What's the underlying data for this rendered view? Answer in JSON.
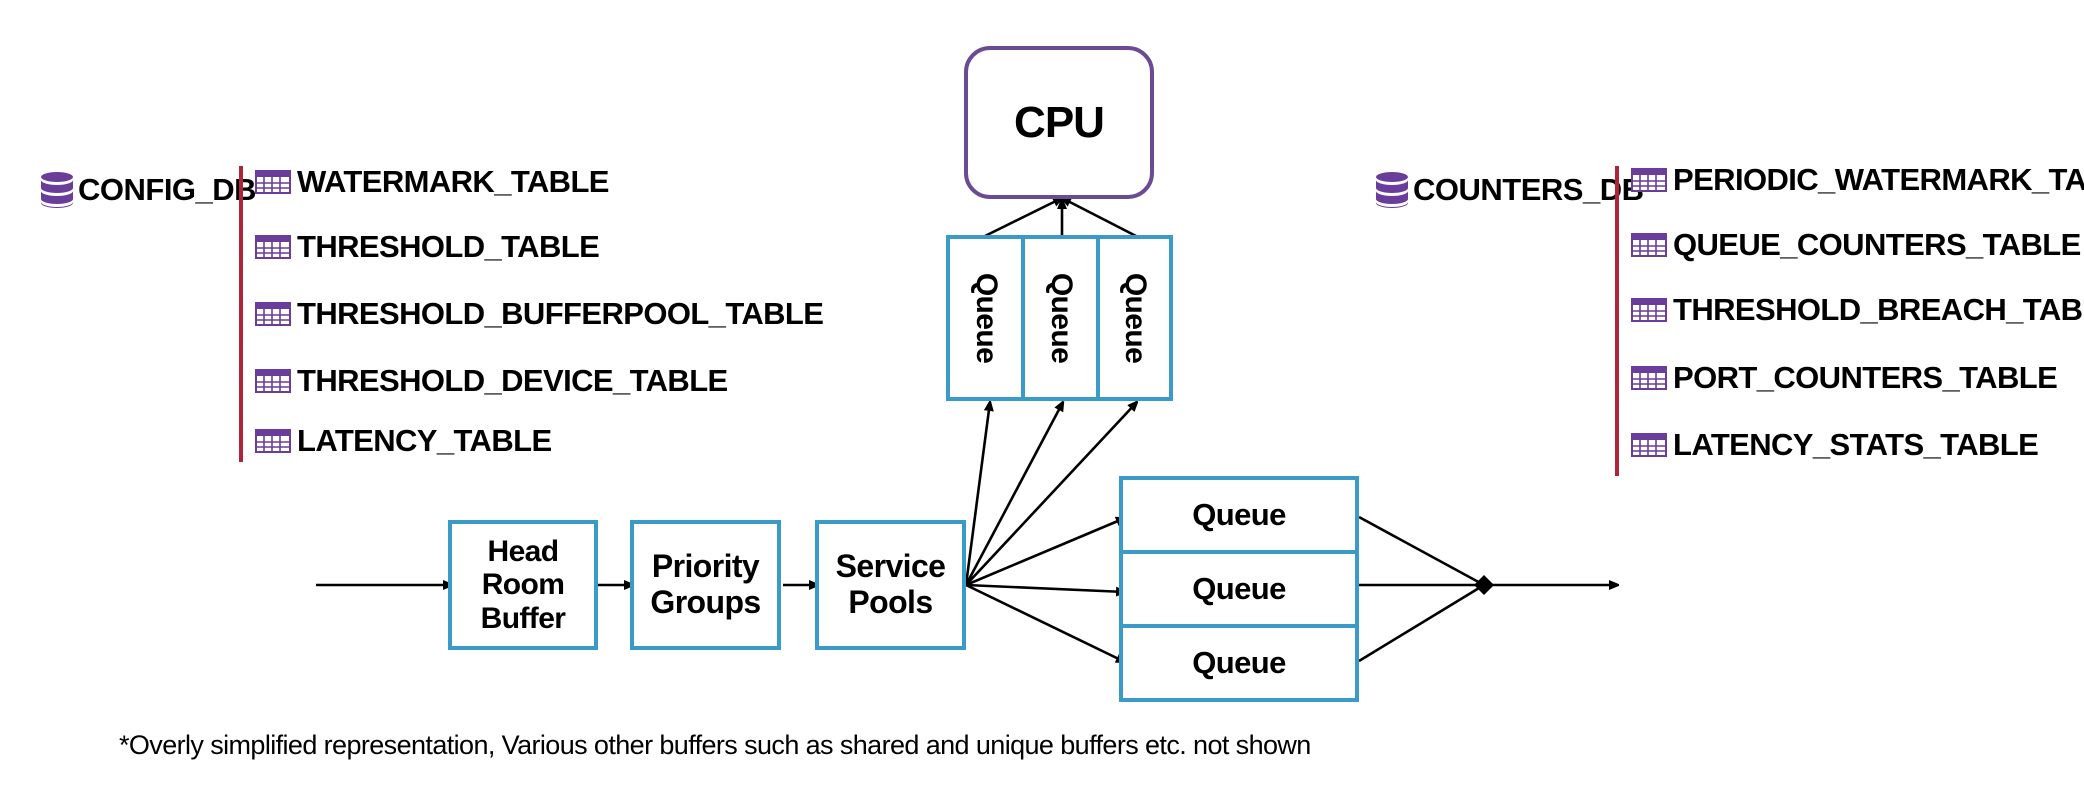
{
  "config_db": {
    "label": "CONFIG_DB",
    "tables": [
      "WATERMARK_TABLE",
      "THRESHOLD_TABLE",
      "THRESHOLD_BUFFERPOOL_TABLE",
      "THRESHOLD_DEVICE_TABLE",
      "LATENCY_TABLE"
    ]
  },
  "counters_db": {
    "label": "COUNTERS_DB",
    "tables": [
      "PERIODIC_WATERMARK_TABLE",
      "QUEUE_COUNTERS_TABLE",
      "THRESHOLD_BREACH_TABLE",
      "PORT_COUNTERS_TABLE",
      "LATENCY_STATS_TABLE"
    ]
  },
  "pipeline": {
    "head_room_buffer": [
      "Head",
      "Room",
      "Buffer"
    ],
    "priority_groups": [
      "Priority",
      "Groups"
    ],
    "service_pools": [
      "Service",
      "Pools"
    ]
  },
  "cpu_label": "CPU",
  "cpu_queues": [
    "Queue",
    "Queue",
    "Queue"
  ],
  "egress_queues": [
    "Queue",
    "Queue",
    "Queue"
  ],
  "footnote": "*Overly simplified representation, Various other buffers such as shared and unique buffers etc. not shown",
  "colors": {
    "box_border": "#3a9bc8",
    "cpu_border": "#6a4b94",
    "db_bar": "#b0243a",
    "icon_purple": "#6a3d9a"
  }
}
